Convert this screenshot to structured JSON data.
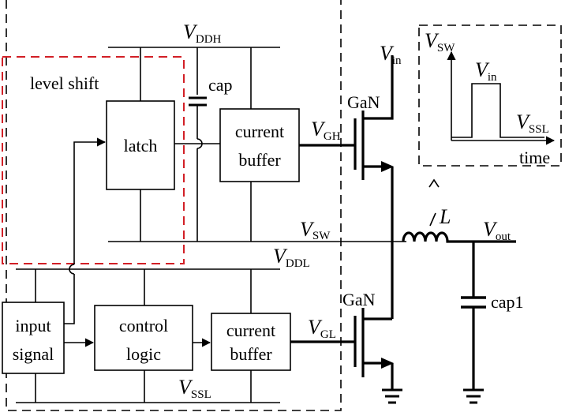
{
  "blocks": {
    "level_shift": "level shift",
    "latch": "latch",
    "current_buffer_high": [
      "current",
      "buffer"
    ],
    "input_signal": [
      "input",
      "signal"
    ],
    "control_logic": [
      "control",
      "logic"
    ],
    "current_buffer_low": [
      "current",
      "buffer"
    ],
    "cap": "cap",
    "cap1": "cap1",
    "gan_high": "GaN",
    "gan_low": "GaN"
  },
  "nodes": {
    "vddh": {
      "main": "V",
      "sub": "DDH"
    },
    "vddl": {
      "main": "V",
      "sub": "DDL"
    },
    "vssl": {
      "main": "V",
      "sub": "SSL"
    },
    "vsw": {
      "main": "V",
      "sub": "SW"
    },
    "vgh": {
      "main": "V",
      "sub": "GH"
    },
    "vgl": {
      "main": "V",
      "sub": "GL"
    },
    "vin": {
      "main": "V",
      "sub": "in"
    },
    "vout": {
      "main": "V",
      "sub": "out"
    },
    "inductor": "L"
  },
  "inset": {
    "y_axis": {
      "main": "V",
      "sub": "SW"
    },
    "peak": {
      "main": "V",
      "sub": "in"
    },
    "low": {
      "main": "V",
      "sub": "SSL"
    },
    "x_axis": "time"
  },
  "colors": {
    "level_shift_border": "#d21f26",
    "lines": "#000000"
  }
}
